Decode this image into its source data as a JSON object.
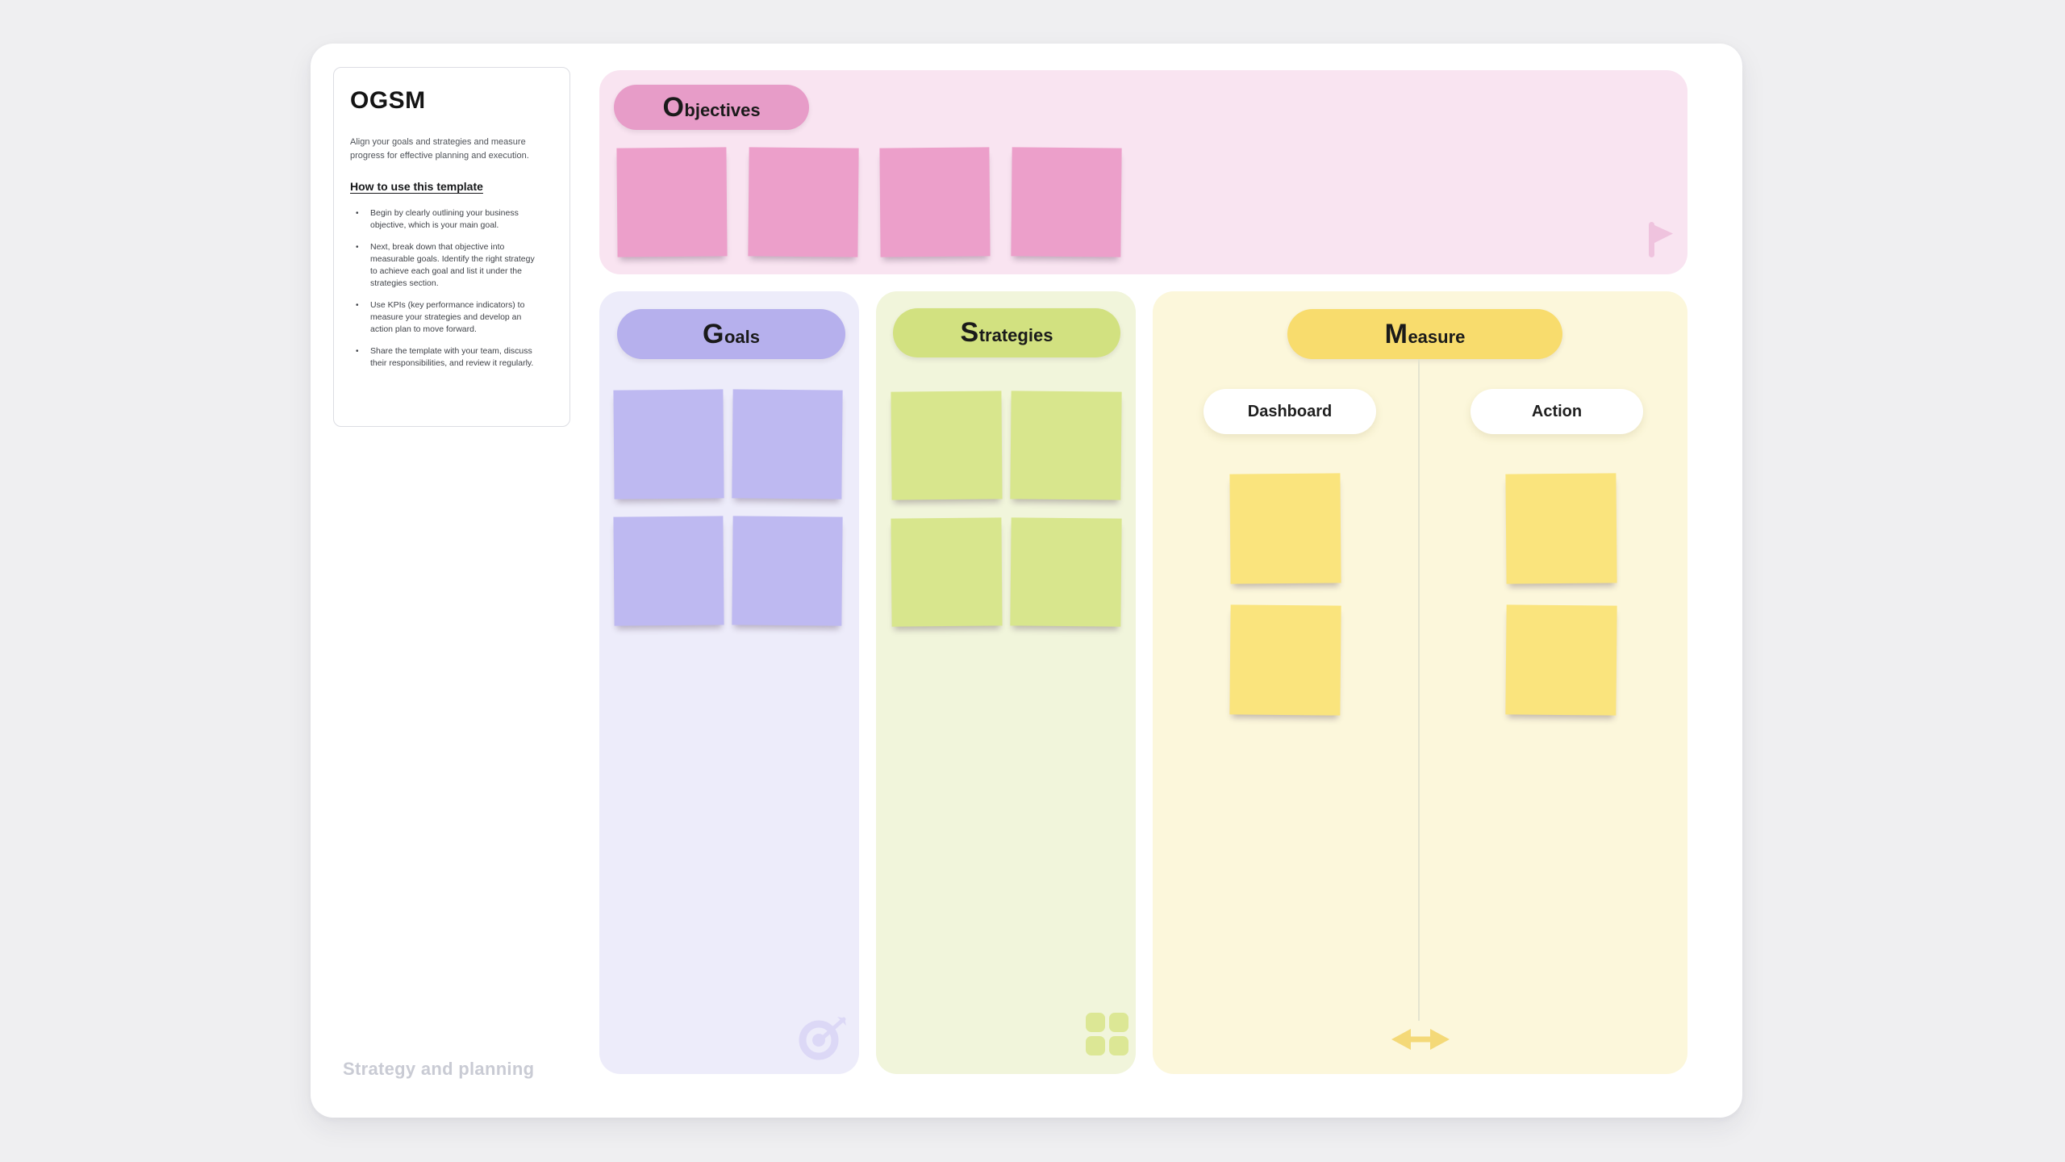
{
  "page": {
    "background": "#efeff1",
    "footer_label": "Strategy and planning"
  },
  "info_panel": {
    "title": "OGSM",
    "description": "Align your goals and strategies and measure progress for effective planning and execution.",
    "how_to_heading": "How to use this template",
    "bullets": [
      "Begin by clearly outlining your business objective, which is your main goal.",
      "Next, break down that objective into measurable goals. Identify the right strategy to achieve each goal and list it under the strategies section.",
      "Use KPIs (key performance indicators) to measure your strategies and develop an action plan to move forward.",
      "Share the template with your team, discuss their responsibilities, and review it regularly."
    ]
  },
  "sections": {
    "objectives": {
      "label_initial": "O",
      "label_rest": "bjectives",
      "sticky_count": 4,
      "icon": "flag-icon",
      "colors": {
        "background": "#f9e4f1",
        "pill": "#e79cc8",
        "sticky": "#ec9fca"
      }
    },
    "goals": {
      "label_initial": "G",
      "label_rest": "oals",
      "sticky_count": 4,
      "icon": "target-icon",
      "colors": {
        "background": "#edecfa",
        "pill": "#b6b0ed",
        "sticky": "#beb9f1"
      }
    },
    "strategies": {
      "label_initial": "S",
      "label_rest": "trategies",
      "sticky_count": 4,
      "icon": "grid-icon",
      "colors": {
        "background": "#f1f5db",
        "pill": "#d2e180",
        "sticky": "#d8e68d"
      }
    },
    "measure": {
      "label_initial": "M",
      "label_rest": "easure",
      "icon": "left-right-arrow-icon",
      "colors": {
        "background": "#fcf7db",
        "pill": "#f8dc6d",
        "sticky": "#fae47d"
      },
      "columns": [
        {
          "label": "Dashboard",
          "sticky_count": 2
        },
        {
          "label": "Action",
          "sticky_count": 2
        }
      ]
    }
  }
}
